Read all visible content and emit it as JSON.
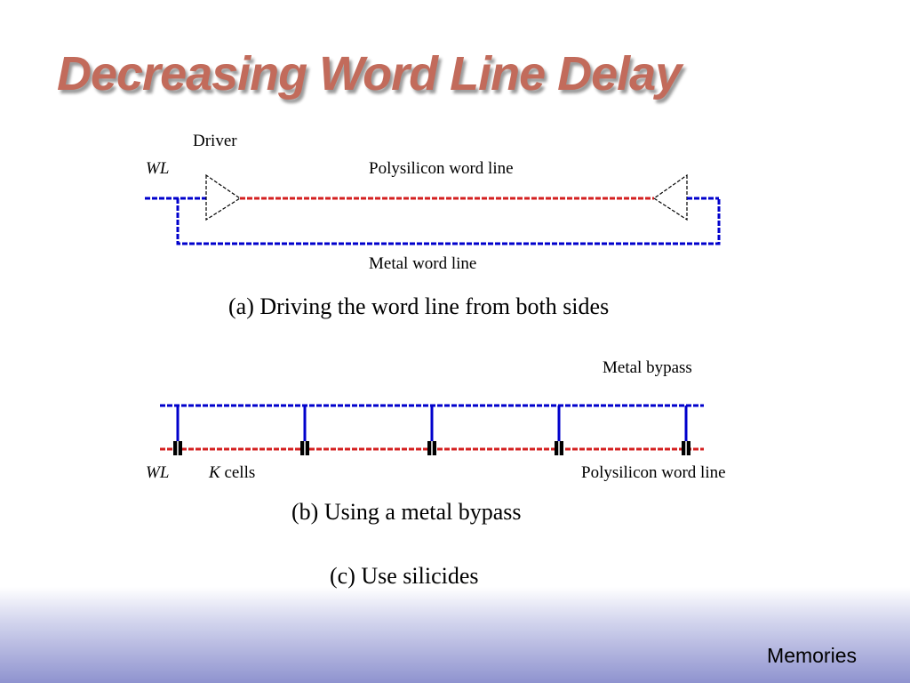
{
  "slide": {
    "title": "Decreasing Word Line Delay",
    "footer": "Memories"
  },
  "diagram_a": {
    "driver_label": "Driver",
    "wl_label": "WL",
    "poly_label": "Polysilicon word line",
    "metal_label": "Metal word line",
    "caption": "(a) Driving the word line from both sides"
  },
  "diagram_b": {
    "bypass_label": "Metal bypass",
    "wl_label": "WL",
    "k_label": "K",
    "cells_label": " cells",
    "poly_label": "Polysilicon word line",
    "caption": "(b) Using a metal bypass",
    "contact_count": 5
  },
  "diagram_c": {
    "caption": "(c) Use silicides"
  },
  "colors": {
    "title": "#c26b5b",
    "metal": "#0000cc",
    "polysilicon": "#d42020",
    "contact": "#000000"
  }
}
